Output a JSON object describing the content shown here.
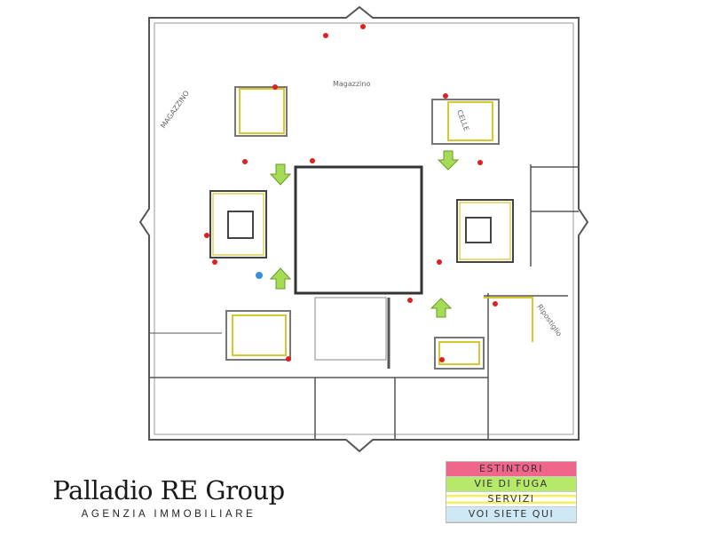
{
  "plan": {
    "labels": {
      "magazzino_left": "MAGAZZINO",
      "magazzino_center": "Magazzino",
      "celle": "CELLE",
      "ripostiglio": "Ripostiglio"
    }
  },
  "legend": {
    "items": [
      {
        "label": "ESTINTORI",
        "color": "#f0668a"
      },
      {
        "label": "VIE DI FUGA",
        "color": "#b6e86a"
      },
      {
        "label": "SERVIZI",
        "color": "#f5ef5a"
      },
      {
        "label": "VOI SIETE QUI",
        "color": "#cfe8f5"
      }
    ]
  },
  "brand": {
    "name": "Palladio RE Group",
    "tagline": "AGENZIA IMMOBILIARE"
  },
  "colors": {
    "extinguisher": "#e02020",
    "escape": "#9fd84a",
    "services": "#d8c830",
    "you_are_here": "#3a8fd8"
  }
}
